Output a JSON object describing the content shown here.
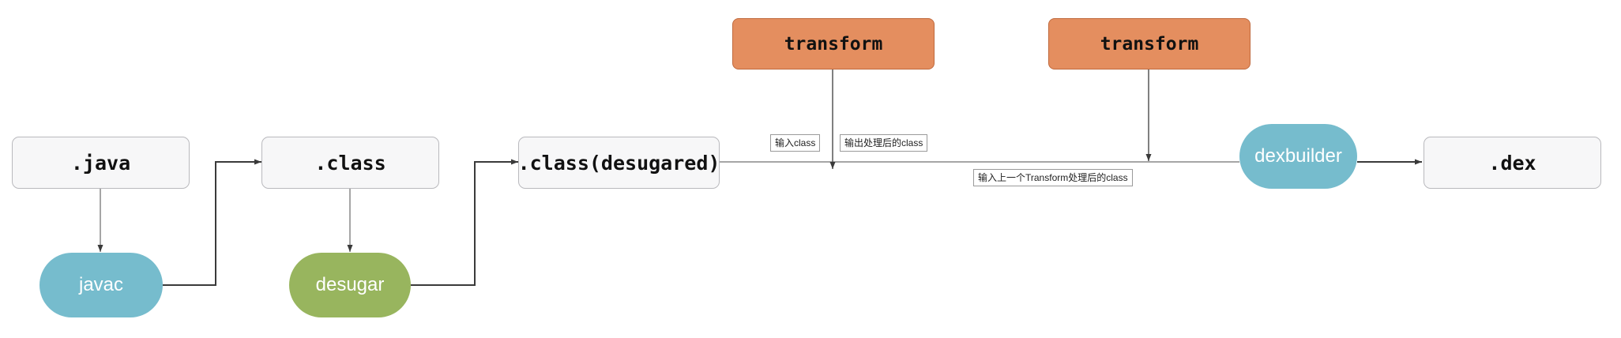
{
  "nodes": {
    "java": ".java",
    "javac": "javac",
    "class": ".class",
    "desugar": "desugar",
    "class_desugared": ".class(desugared)",
    "transform_1": "transform",
    "transform_2": "transform",
    "dexbuilder": "dexbuilder",
    "dex": ".dex"
  },
  "labels": {
    "input_class": "输入class",
    "output_processed": "输出处理后的class",
    "input_previous": "输入上一个Transform处理后的class"
  },
  "colors": {
    "tool_blue": "#76bccd",
    "tool_green": "#98b55e",
    "transform_orange": "#e48e5f",
    "file_box": "#f7f7f8"
  }
}
